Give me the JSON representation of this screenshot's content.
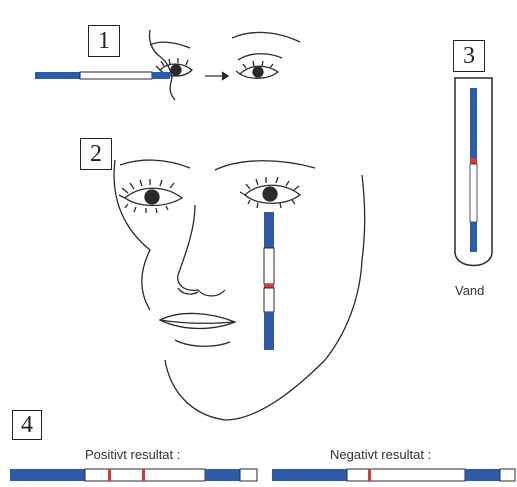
{
  "steps": [
    {
      "number": "1"
    },
    {
      "number": "2"
    },
    {
      "number": "3"
    },
    {
      "number": "4"
    }
  ],
  "labels": {
    "water": "Vand",
    "positive": "Positivt resultat :",
    "negative": "Negativt resultat :"
  },
  "colors": {
    "strip_blue": "#2f5aa8",
    "result_red": "#d23a3a",
    "line": "#2a2a2a"
  }
}
